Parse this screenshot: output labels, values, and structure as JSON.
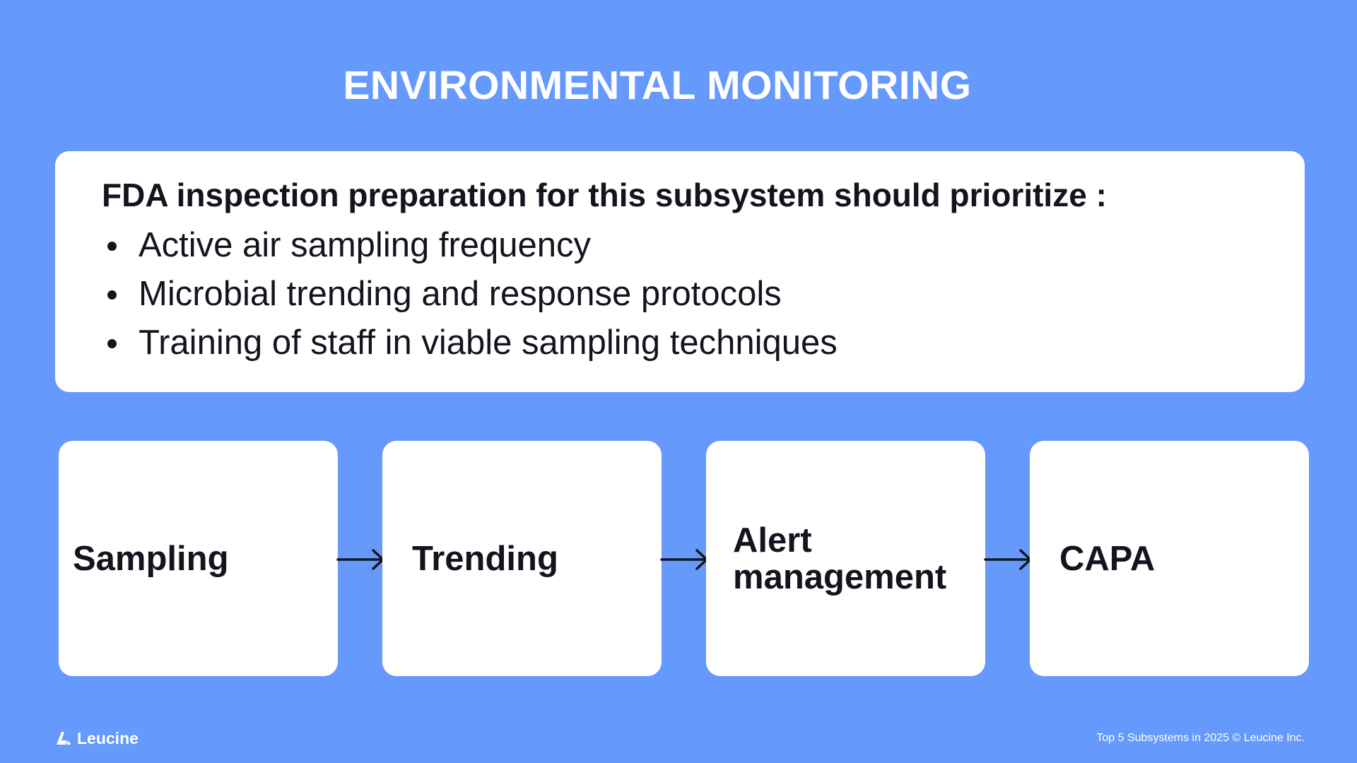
{
  "title": "ENVIRONMENTAL MONITORING",
  "info_card": {
    "heading": "FDA inspection preparation for this subsystem should prioritize :",
    "bullets": [
      "Active air sampling frequency",
      "Microbial trending and response protocols",
      "Training of staff in viable sampling techniques"
    ]
  },
  "flow": {
    "steps": [
      {
        "label": "Sampling"
      },
      {
        "label": "Trending"
      },
      {
        "label": "Alert management"
      },
      {
        "label": "CAPA"
      }
    ],
    "connector": "arrow-right-icon"
  },
  "footer": {
    "logo_text": "Leucine",
    "logo_icon": "leucine-logo-icon",
    "right_text": "Top 5 Subsystems in 2025  © Leucine Inc."
  },
  "colors": {
    "background": "#6699fc",
    "card": "#ffffff",
    "text": "#14141e"
  }
}
